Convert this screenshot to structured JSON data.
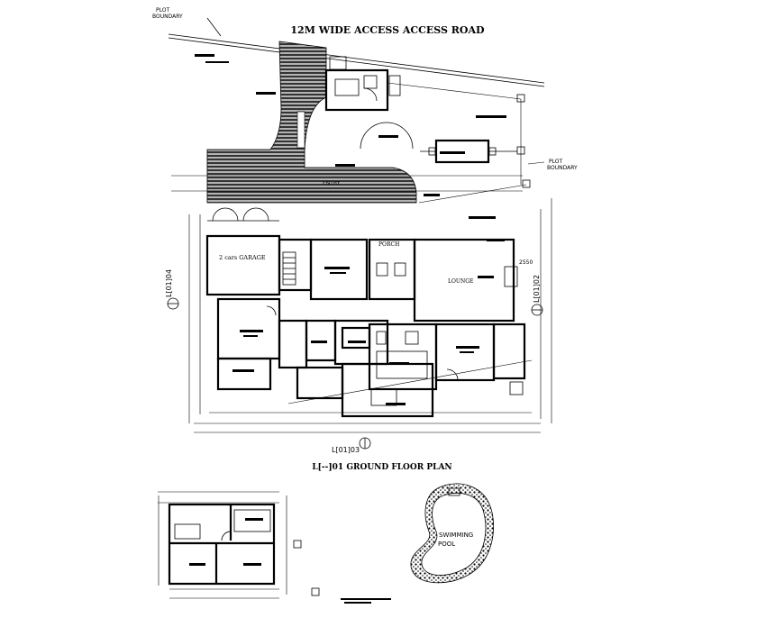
{
  "labels": {
    "road_title": "12M WIDE ACCESS ACCESS ROAD",
    "plot_boundary_top_1": "PLOT",
    "plot_boundary_top_2": "BOUNDARY",
    "plot_boundary_right_1": "PLOT",
    "plot_boundary_right_2": "BOUNDARY",
    "garage": "2 cars GARAGE",
    "porch": "PORCH",
    "lounge": "LOUNGE",
    "driveway": "ENTRY",
    "plan_title": "L[--]01 GROUND FLOOR PLAN",
    "section_left": "L[01]04",
    "section_right": "L[01]02",
    "section_bottom": "L[01]03",
    "dim_right": "2550",
    "pool_1": "SWIMMING",
    "pool_2": "POOL"
  },
  "colors": {
    "ink": "#000000",
    "paper": "#ffffff"
  }
}
